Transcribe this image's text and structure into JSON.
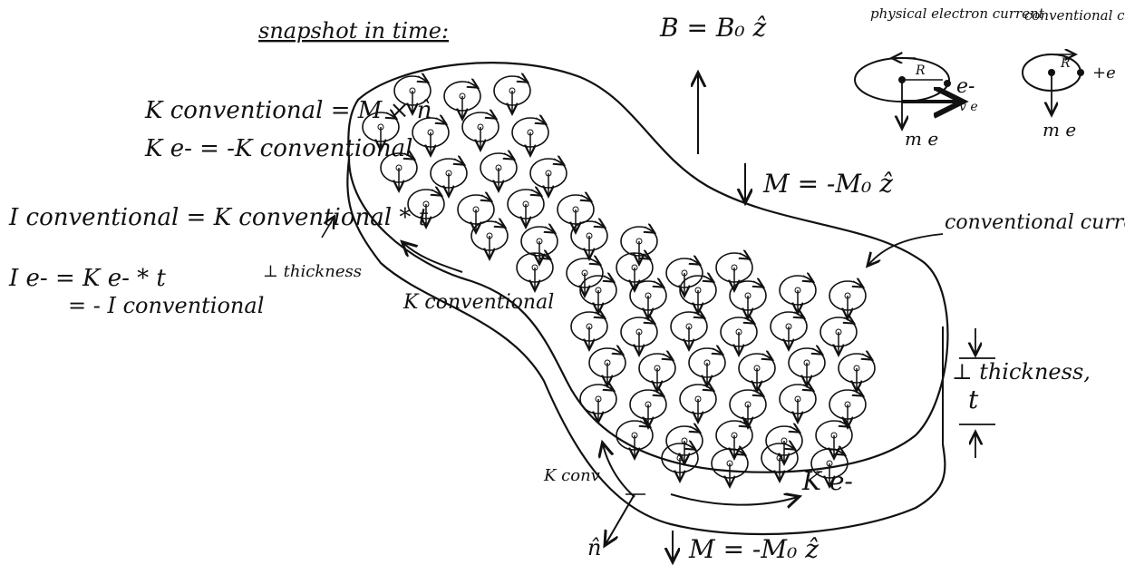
{
  "heading": "snapshot in time:",
  "field": "B = B₀ ẑ",
  "magnetization_top": "M = -M₀ ẑ",
  "magnetization_bottom": "M = -M₀ ẑ",
  "k_conventional_def": "K conventional = M × n̂",
  "k_electron_def": "K e- = -K conventional",
  "i_conventional": "I conventional = K conventional * t",
  "i_electron": "I e- = K e- * t",
  "i_electron_2": "= - I conventional",
  "perp_thickness_note": "⊥ thickness",
  "k_conventional_edge": "K conventional",
  "k_conv_short": "K conv",
  "k_electron_edge": "K e-",
  "normal_label": "n̂",
  "conventional_currents": "conventional currents",
  "thickness_label": "⊥ thickness,",
  "thickness_symbol": "t",
  "inset_physical_title": "physical electron current",
  "inset_conventional_title": "conventional current",
  "inset_radius": "R",
  "inset_electron": "e-",
  "inset_velocity": "v e",
  "inset_moment": "m e",
  "inset_plus": "+e",
  "colors": {
    "ink": "#111111",
    "paper": "#ffffff"
  }
}
